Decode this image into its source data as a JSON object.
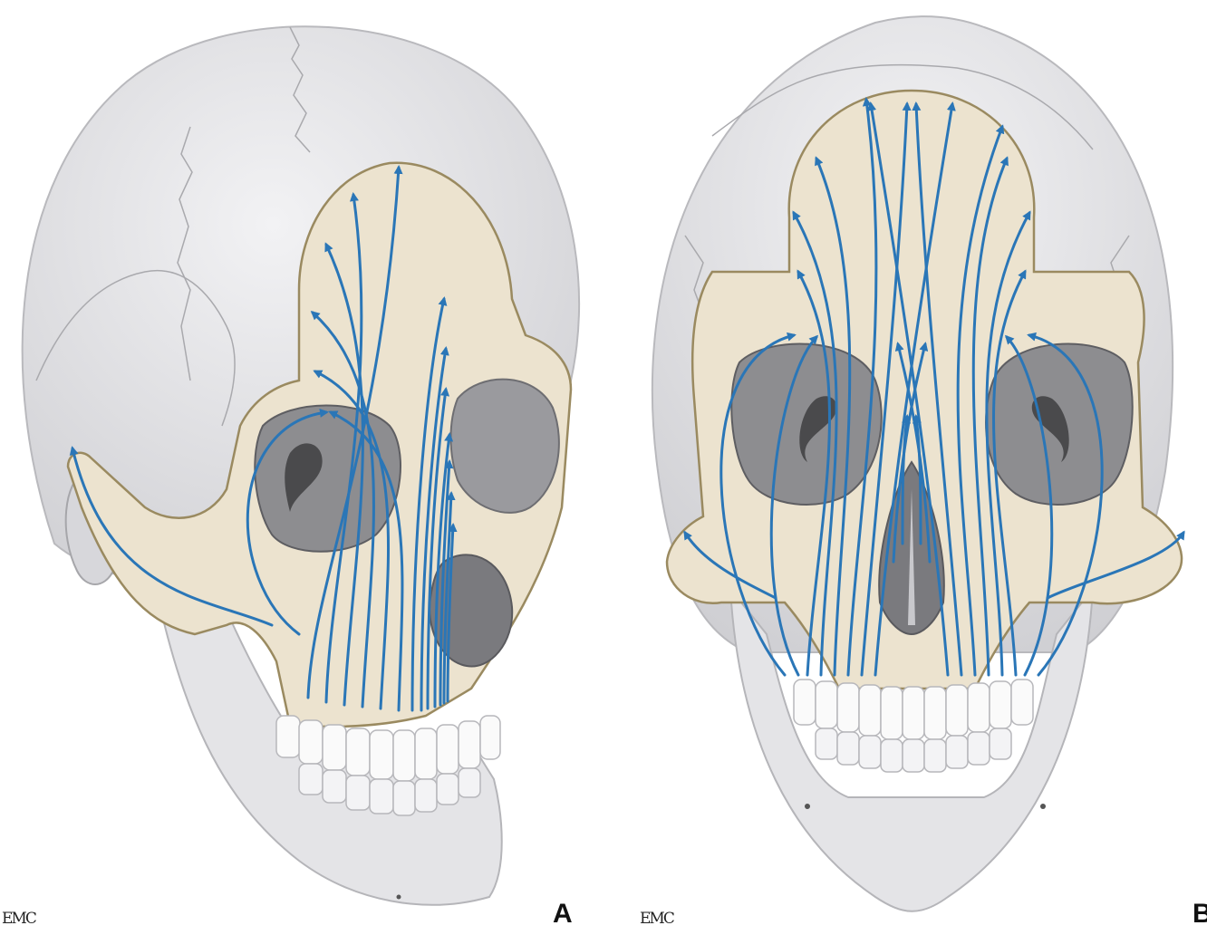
{
  "figure": {
    "panels": [
      {
        "letter": "A",
        "logo": "EMC"
      },
      {
        "letter": "B",
        "logo": "EMC"
      }
    ]
  },
  "colors": {
    "bone": "#e8e8ea",
    "bone_shadow": "#c9c9cd",
    "highlight_bone": "#ece3cf",
    "highlight_edge": "#9a8a60",
    "cavity": "#8d8d90",
    "cavity_deep": "#4a4a4c",
    "arrow": "#2a76b7",
    "suture": "#a9a9ad"
  },
  "icons": [
    "blue-force-arrow"
  ]
}
